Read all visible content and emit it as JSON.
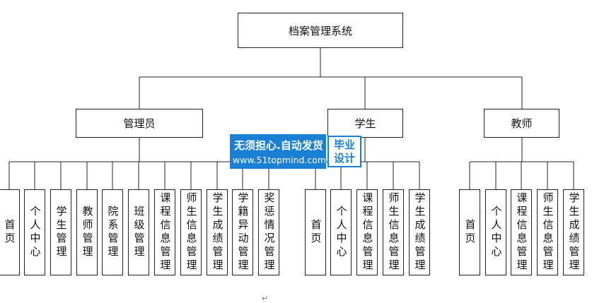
{
  "diagram": {
    "root": {
      "id": "root",
      "label": "档案管理系统"
    },
    "groups": [
      {
        "id": "admin",
        "label": "管理员",
        "children": [
          "首页",
          "个人中心",
          "学生管理",
          "教师管理",
          "院系管理",
          "班级管理",
          "课程信息管理",
          "师生信息管理",
          "学生成绩管理",
          "学籍异动管理",
          "奖惩情况管理"
        ]
      },
      {
        "id": "student",
        "label": "学生",
        "children": [
          "首页",
          "个人中心",
          "课程信息管理",
          "师生信息管理",
          "学生成绩管理"
        ]
      },
      {
        "id": "teacher",
        "label": "教师",
        "children": [
          "首页",
          "个人中心",
          "课程信息管理",
          "师生信息管理",
          "学生成绩管理"
        ]
      }
    ]
  },
  "watermark": {
    "line1": "无须担心.自动发货",
    "line2": "www.51topmind.com",
    "badge_line1": "毕业",
    "badge_line2": "设计"
  },
  "colors": {
    "line": "#222222",
    "watermark": "#1a80d6"
  }
}
